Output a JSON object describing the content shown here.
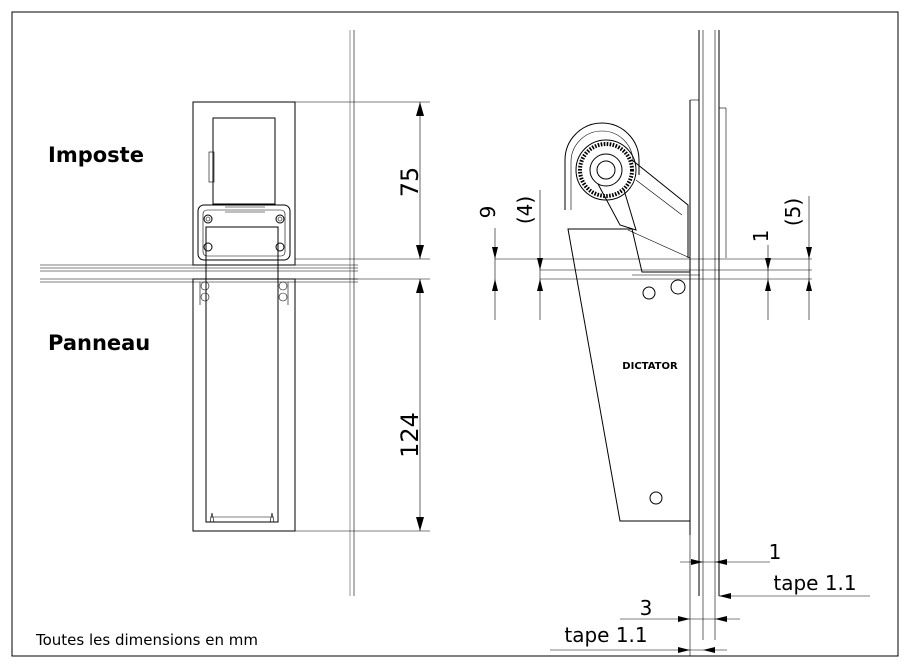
{
  "labels": {
    "imposte": "Imposte",
    "panneau": "Panneau",
    "footnote": "Toutes les dimensions en mm",
    "brand": "DICTATOR"
  },
  "dimensions": {
    "d75": "75",
    "d124": "124",
    "d9": "9",
    "d4": "(4)",
    "d1_right": "1",
    "d5": "(5)",
    "d1_bottom": "1",
    "tape_right": "tape 1.1",
    "d3": "3",
    "tape_left": "tape 1.1"
  }
}
